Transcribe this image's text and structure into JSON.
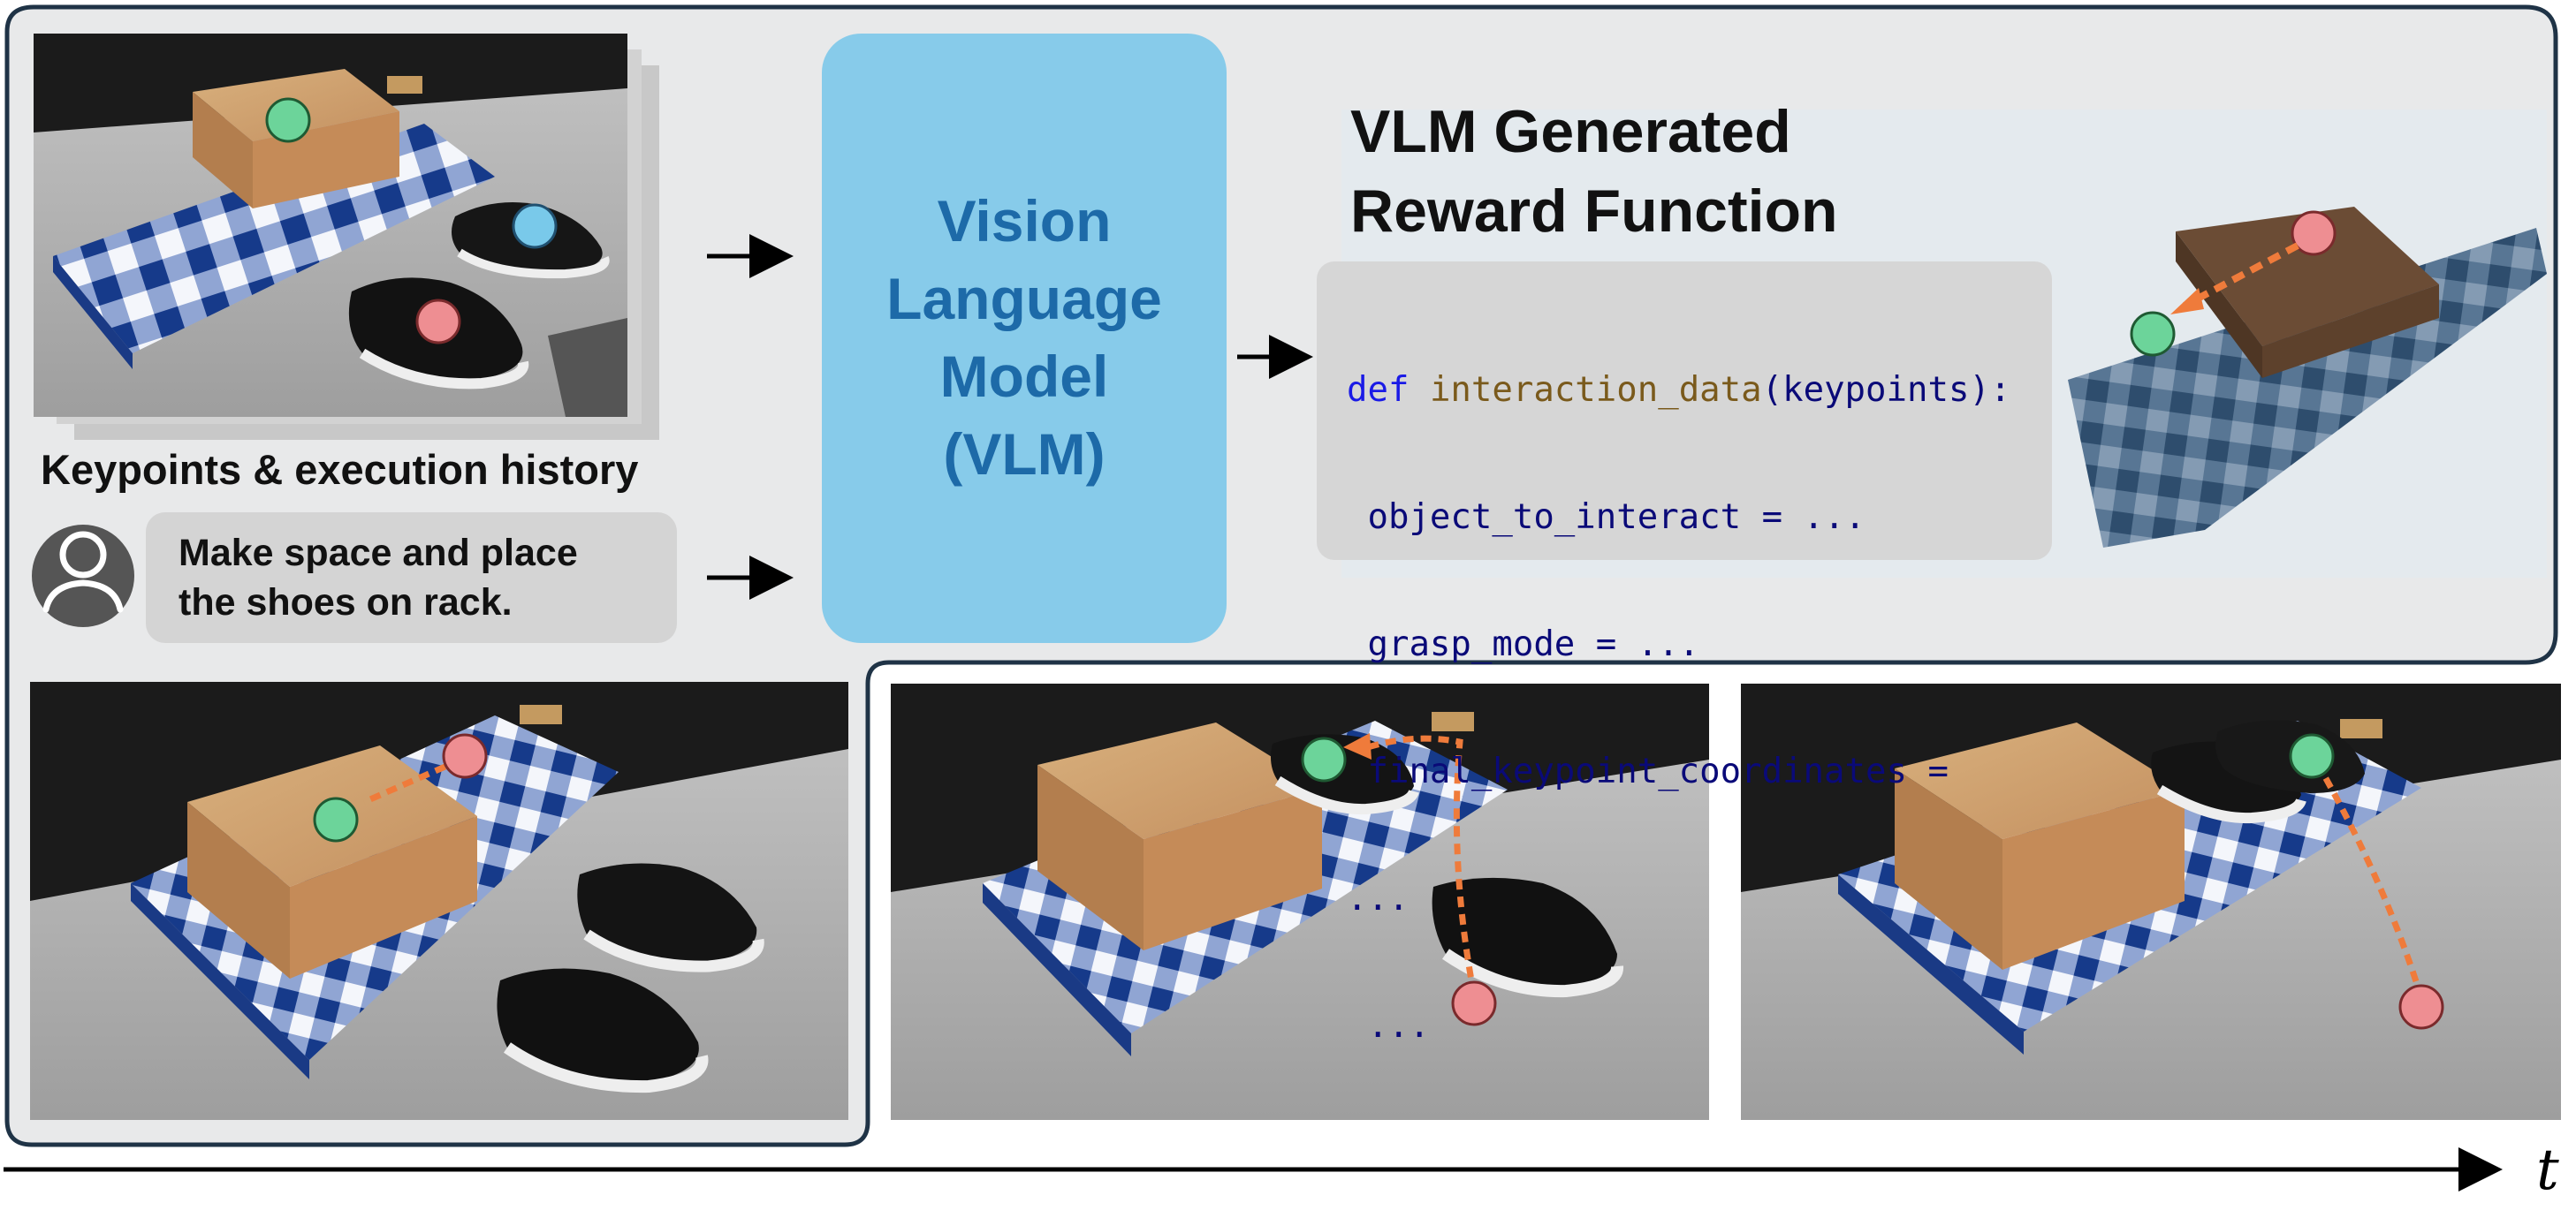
{
  "history_caption": "Keypoints & execution history",
  "instruction": {
    "line1": "Make space and place",
    "line2": "the shoes on rack."
  },
  "vlm": {
    "line1": "Vision",
    "line2": "Language",
    "line3": "Model",
    "line4": "(VLM)"
  },
  "reward": {
    "title_line1": "VLM Generated",
    "title_line2": "Reward Function"
  },
  "code": {
    "l1_kw": "def",
    "l1_fn": "interaction_data",
    "l1_rest": "(keypoints):",
    "l2": " object_to_interact = ...",
    "l3": " grasp_mode = ...",
    "l4": " final_keypoint_coordinates =",
    "l5": "...",
    "l6": " ..."
  },
  "time_axis_label": "t",
  "colors": {
    "panel_bg": "#e8e9ea",
    "panel_border": "#1f3346",
    "vlm_box": "#87cbea",
    "vlm_text": "#1d6aa8",
    "code_bg": "#d6d6d6",
    "keypoint_green": "#6cd49a",
    "keypoint_red": "#ee8e92",
    "keypoint_blue": "#79c9ea",
    "trajectory_orange": "#ef7b3b"
  },
  "icons": [
    "user-avatar-icon",
    "arrow-right-icon"
  ]
}
